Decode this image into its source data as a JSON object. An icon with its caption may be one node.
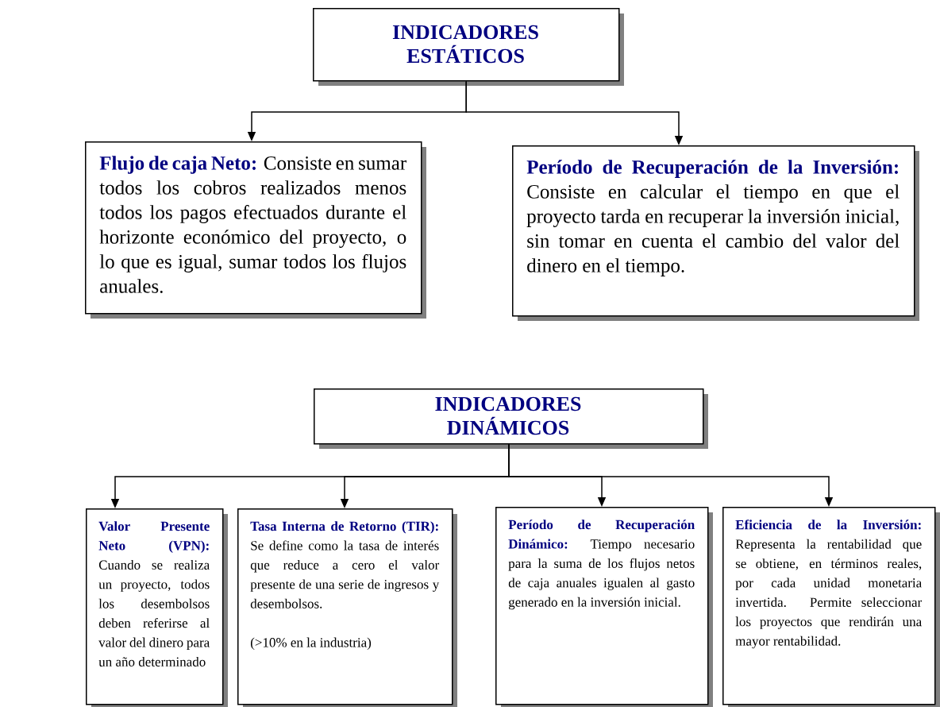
{
  "diagram": {
    "nodes": [
      {
        "text": [
          "INDICADORES ESTÁTICOS"
        ]
      },
      {
        "text": [
          "Flujo de caja Neto:",
          "Consiste en sumar todos los cobros realizados menos todos los pagos efectuados durante el horizonte económico del proyecto, o lo que es igual, sumar todos los flujos anuales."
        ]
      },
      {
        "text": [
          "Período de Recuperación de la Inversión:",
          "Consiste en calcular el tiempo en que el proyecto tarda en recuperar la inversión inicial, sin tomar en cuenta el cambio del valor del dinero en el tiempo."
        ]
      },
      {
        "text": [
          "INDICADORES DINÁMICOS"
        ]
      },
      {
        "text": [
          "Valor Presente Neto (VPN):",
          "Cuando se realiza un proyecto, todos los desembolsos deben referirse al valor del dinero para un año determinado"
        ]
      },
      {
        "text": [
          "Tasa Interna de Retorno (TIR):",
          "Se define como la tasa de interés que reduce a cero el valor presente de una serie de ingresos y desembolsos.",
          "(>10% en la industria)"
        ]
      },
      {
        "text": [
          "Período de Recuperación Dinámico:",
          "Tiempo necesario para la suma de los flujos netos de caja anuales igualen al gasto generado en la inversión inicial."
        ]
      },
      {
        "text": [
          "Eficiencia de la Inversión:",
          "Representa la rentabilidad que se obtiene, en términos reales, por cada unidad monetaria invertida. Permite seleccionar los proyectos que rendirán una mayor rentabilidad."
        ]
      }
    ],
    "edges": [
      {
        "from": 0,
        "to": 1,
        "arrow": "to"
      },
      {
        "from": 0,
        "to": 2,
        "arrow": "to"
      },
      {
        "from": 3,
        "to": 4,
        "arrow": "to"
      },
      {
        "from": 3,
        "to": 5,
        "arrow": "to"
      },
      {
        "from": 3,
        "to": 6,
        "arrow": "to"
      },
      {
        "from": 3,
        "to": 7,
        "arrow": "to"
      }
    ]
  }
}
